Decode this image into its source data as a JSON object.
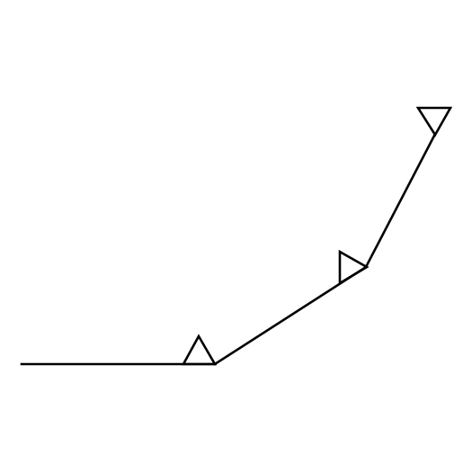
{
  "diagram": {
    "description_elements": {
      "path": "polyline",
      "markers": [
        "triangle-up",
        "triangle-right",
        "triangle-down"
      ]
    },
    "colors": {
      "stroke": "#000000",
      "background": "#ffffff"
    }
  }
}
